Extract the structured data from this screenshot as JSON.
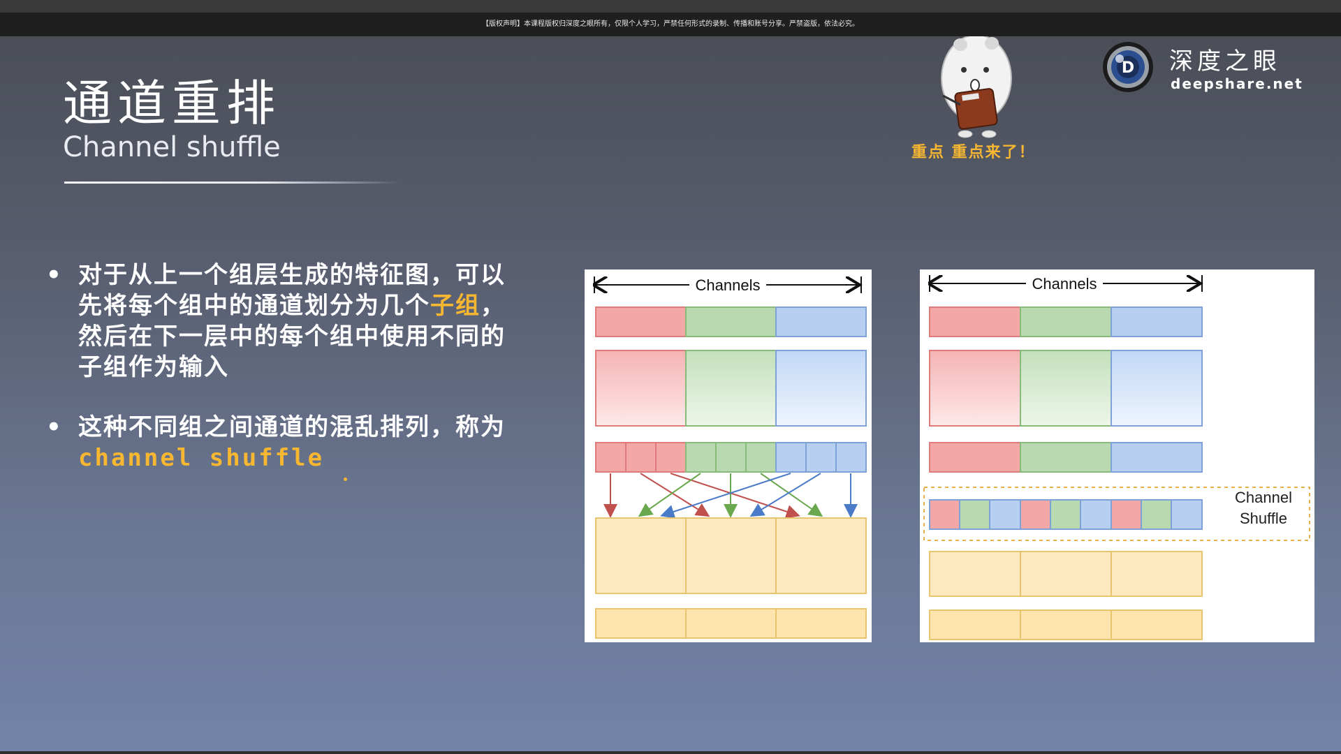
{
  "notice": "【版权声明】本课程版权归深度之眼所有，仅限个人学习，严禁任何形式的录制、传播和账号分享。严禁盗版，依法必究。",
  "title": {
    "cn": "通道重排",
    "en": "Channel shuffle"
  },
  "bullets": [
    {
      "line1": "对于从上一个组层生成的特征图，可以",
      "line2_pre": "先将每个组中的通道划分为几个",
      "line2_hl": "子组",
      "line2_post": "，",
      "line3": "然后在下一层中的每个组中使用不同的",
      "line4": "子组作为输入"
    },
    {
      "line1": "这种不同组之间通道的混乱排列，称为",
      "line2_hl": "channel shuffle"
    }
  ],
  "bullet_symbol": "•",
  "mascot": {
    "caption": "重点  重点来了！",
    "icon": "hamster-clipboard-icon"
  },
  "logo": {
    "cn": "深度之眼",
    "en": "deepshare.net",
    "icon": "deepshare-eye-logo-icon"
  },
  "diagram_left": {
    "header": "Channels"
  },
  "diagram_right": {
    "header": "Channels",
    "shuffle_label_1": "Channel",
    "shuffle_label_2": "Shuffle"
  },
  "colors": {
    "red": "#f4a7a7",
    "green": "#b9d9b0",
    "blue": "#b7d0f2",
    "yellow": "#fbe4ad",
    "accent": "#f7b731",
    "red_arrow": "#c0504d",
    "green_arrow": "#6aa84f",
    "blue_arrow": "#4a7bc8"
  }
}
